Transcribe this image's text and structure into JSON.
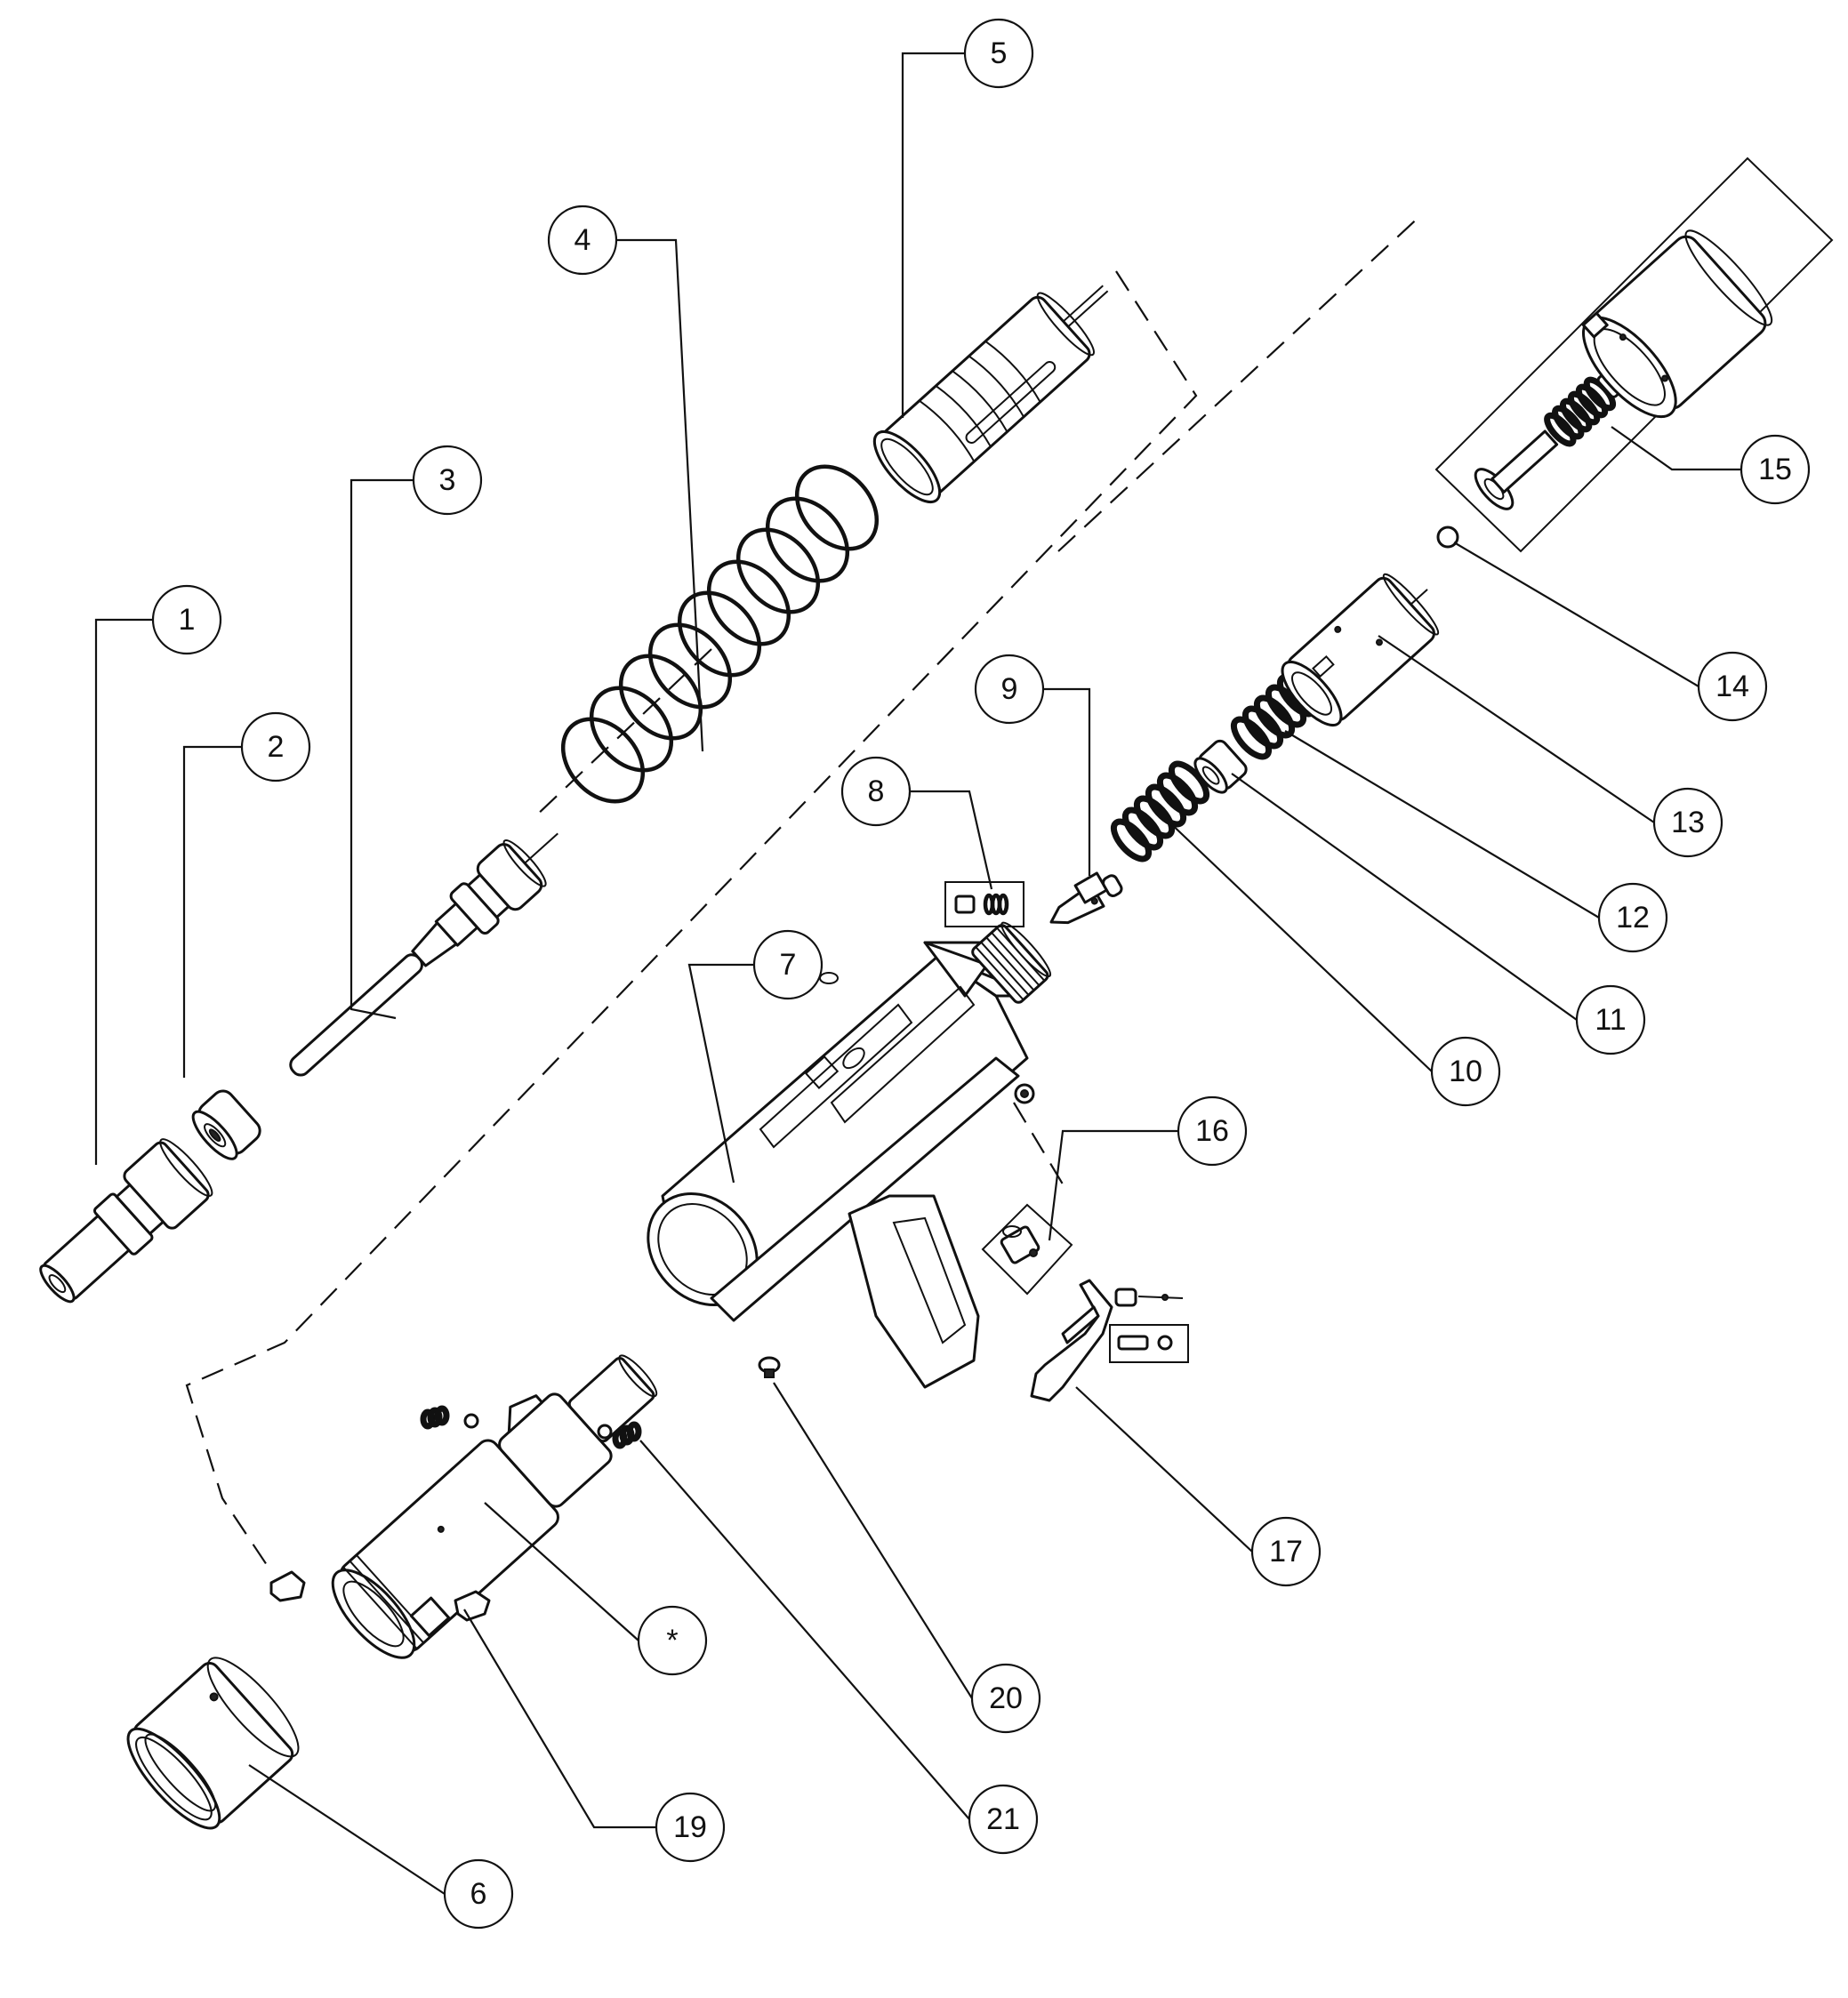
{
  "diagram": {
    "callouts": [
      {
        "id": "1",
        "label": "1"
      },
      {
        "id": "2",
        "label": "2"
      },
      {
        "id": "3",
        "label": "3"
      },
      {
        "id": "4",
        "label": "4"
      },
      {
        "id": "5",
        "label": "5"
      },
      {
        "id": "6",
        "label": "6"
      },
      {
        "id": "7",
        "label": "7"
      },
      {
        "id": "8",
        "label": "8"
      },
      {
        "id": "9",
        "label": "9"
      },
      {
        "id": "10",
        "label": "10"
      },
      {
        "id": "11",
        "label": "11"
      },
      {
        "id": "12",
        "label": "12"
      },
      {
        "id": "13",
        "label": "13"
      },
      {
        "id": "14",
        "label": "14"
      },
      {
        "id": "15",
        "label": "15"
      },
      {
        "id": "16",
        "label": "16"
      },
      {
        "id": "17",
        "label": "17"
      },
      {
        "id": "19",
        "label": "19"
      },
      {
        "id": "20",
        "label": "20"
      },
      {
        "id": "21",
        "label": "21"
      },
      {
        "id": "star",
        "label": "*"
      }
    ]
  }
}
